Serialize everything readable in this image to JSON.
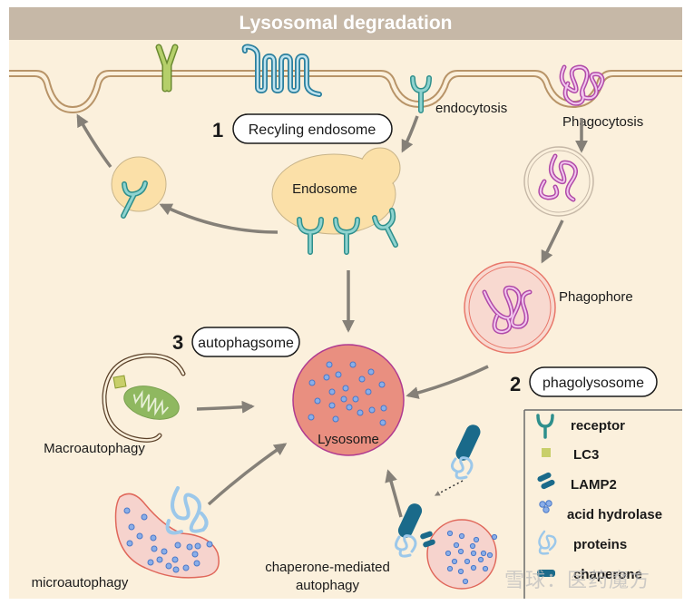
{
  "title": "Lysosomal degradation",
  "labels": {
    "endocytosis": "endocytosis",
    "phagocytosis": "Phagocytosis",
    "endosome": "Endosome",
    "phagophore": "Phagophore",
    "lysosome": "Lysosome",
    "macroautophagy": "Macroautophagy",
    "microautophagy": "microautophagy",
    "cma_line1": "chaperone-mediated",
    "cma_line2": "autophagy"
  },
  "pathways": [
    {
      "number": "1",
      "name": "Recyling endosome"
    },
    {
      "number": "2",
      "name": "phagolysosome"
    },
    {
      "number": "3",
      "name": "autophagsome"
    }
  ],
  "legend": [
    {
      "icon": "receptor-icon",
      "label": "receptor"
    },
    {
      "icon": "lc3-icon",
      "label": "LC3"
    },
    {
      "icon": "lamp2-icon",
      "label": "LAMP2"
    },
    {
      "icon": "acid-hydrolase-icon",
      "label": "acid hydrolase"
    },
    {
      "icon": "proteins-icon",
      "label": "proteins"
    },
    {
      "icon": "chaperone-icon",
      "label": "chaperone"
    }
  ],
  "colors": {
    "background": "#fbf0dc",
    "titlebar": "#c6b8a7",
    "membrane": "#b89468",
    "receptor": "#4fb3b0",
    "lc3": "#c8cf6a",
    "lamp2": "#1a6a8a",
    "hydrolase": "#8aaee8",
    "protein": "#9cc8ea",
    "phago_protein": "#c050b8",
    "lysosome": "#e98f80",
    "arrow": "#858078"
  },
  "watermark": "雪球：医药魔方"
}
